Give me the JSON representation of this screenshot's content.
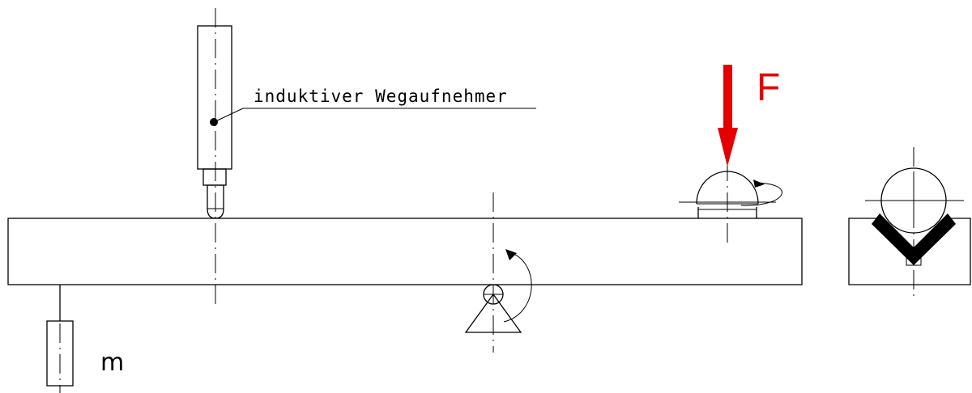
{
  "labels": {
    "sensor": "induktiver Wegaufnehmer",
    "mass": "m",
    "force": "F"
  },
  "colors": {
    "line": "#000000",
    "force_arrow": "#e50000",
    "background": "#ffffff"
  }
}
